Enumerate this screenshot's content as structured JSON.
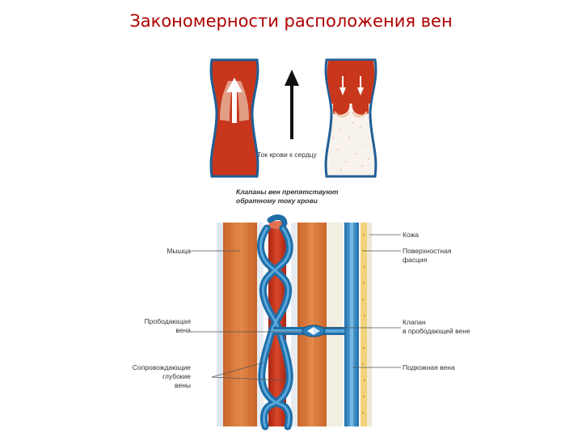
{
  "title": "Закономерности расположения вен",
  "top_figure": {
    "arrow_caption": "Ток крови к сердцу",
    "valve_caption": [
      "Клапаны вен препятствуют",
      "обратному току крови"
    ]
  },
  "labels": {
    "skin": "Кожа",
    "superficial_fascia": [
      "Поверхностная",
      "фасция"
    ],
    "muscle": "Мышца",
    "perforating_vein": [
      "Прободающая",
      "вена"
    ],
    "perforating_valve": [
      "Клапан",
      "в прободающей вене"
    ],
    "deep_veins": [
      "Сопровождающие",
      "глубокие",
      "вены"
    ],
    "saphenous_vein": "Подкожная вена"
  },
  "colors": {
    "title": "#b00000",
    "vessel_red": "#c8361c",
    "vein_blue": "#3f8fc4",
    "muscle_orange": "#d9783a",
    "fat_yellow": "#f2d27a"
  }
}
